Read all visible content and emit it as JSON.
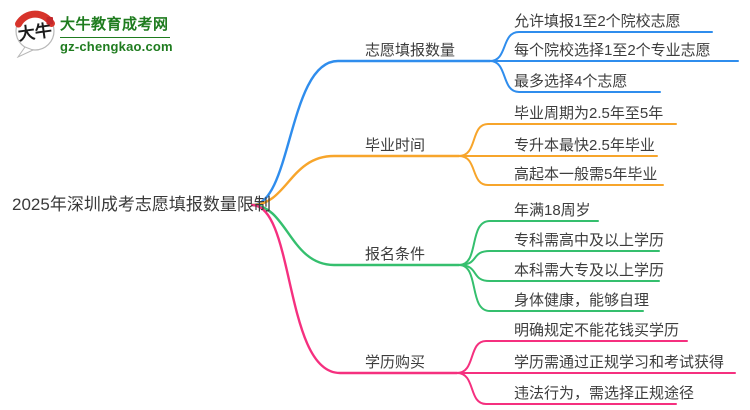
{
  "logo": {
    "badge_text": "大牛",
    "site_name": "大牛教育成考网",
    "site_url": "gz-chengkao.com",
    "brand_color": "#1f7c1f"
  },
  "central": {
    "title": "2025年深圳成考志愿填报数量限制"
  },
  "text_color": "#3d3d3d",
  "branches": [
    {
      "label": "志愿填报数量",
      "color": "#2f8ded",
      "leaves": [
        "允许填报1至2个院校志愿",
        "每个院校选择1至2个专业志愿",
        "最多选择4个志愿"
      ]
    },
    {
      "label": "毕业时间",
      "color": "#f7a52b",
      "leaves": [
        "毕业周期为2.5年至5年",
        "专升本最快2.5年毕业",
        "高起本一般需5年毕业"
      ]
    },
    {
      "label": "报名条件",
      "color": "#35bf6e",
      "leaves": [
        "年满18周岁",
        "专科需高中及以上学历",
        "本科需大专及以上学历",
        "身体健康，能够自理"
      ]
    },
    {
      "label": "学历购买",
      "color": "#f5307f",
      "leaves": [
        "明确规定不能花钱买学历",
        "学历需通过正规学习和考试获得",
        "违法行为，需选择正规途径"
      ]
    }
  ]
}
